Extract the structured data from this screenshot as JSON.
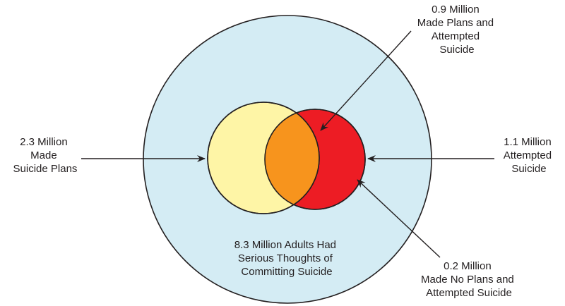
{
  "diagram": {
    "outer_circle": {
      "label_lines": [
        "8.3 Million Adults Had",
        "Serious Thoughts of",
        "Committing Suicide"
      ],
      "fill": "#d4ecf4"
    },
    "plans_circle": {
      "label_lines": [
        "2.3 Million",
        "Made",
        "Suicide Plans"
      ],
      "fill": "#fef5a6"
    },
    "attempted_circle": {
      "label_lines": [
        "1.1 Million",
        "Attempted",
        "Suicide"
      ],
      "fill": "#ed1c24"
    },
    "overlap_region": {
      "label_lines": [
        "0.9 Million",
        "Made Plans and",
        "Attempted",
        "Suicide"
      ],
      "fill": "#f7941d"
    },
    "no_plans_region": {
      "label_lines": [
        "0.2 Million",
        "Made No Plans and",
        "Attempted Suicide"
      ]
    },
    "stroke_color": "#231f20"
  }
}
